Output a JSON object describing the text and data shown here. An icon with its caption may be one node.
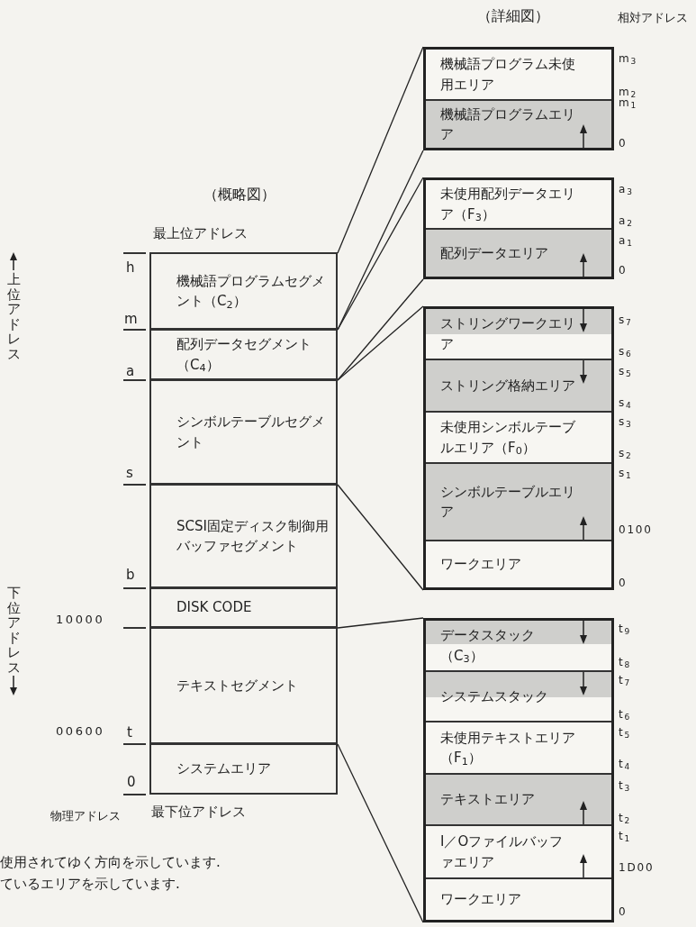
{
  "diagram": {
    "nodes": [
      {
        "text": [
          "機械語プログラムセグメント（C$_{2}$）"
        ]
      },
      {
        "text": [
          "配列データセグメント（C$_{4}$）"
        ]
      },
      {
        "text": [
          "シンボルテーブルセグメント"
        ]
      },
      {
        "text": [
          "SCSI固定ディスク制御用バッファセグメント"
        ]
      },
      {
        "text": [
          "DISK CODE"
        ]
      },
      {
        "text": [
          "テキストセグメント"
        ]
      },
      {
        "text": [
          "システムエリア"
        ]
      },
      {
        "text": [],
        "shape": "box"
      },
      {
        "text": [
          "機械語プログラム未使用エリア"
        ],
        "in": 7
      },
      {
        "text": [
          "機械語プログラムエリア"
        ],
        "in": 7
      },
      {
        "text": [],
        "shape": "box"
      },
      {
        "text": [
          "未使用配列データエリア（F$_{3}$）"
        ],
        "in": 10
      },
      {
        "text": [
          "配列データエリア"
        ],
        "in": 10
      },
      {
        "text": [],
        "shape": "box"
      },
      {
        "text": [
          "ストリングワークエリア"
        ],
        "in": 13
      },
      {
        "text": [
          "ストリング格納エリア"
        ],
        "in": 13
      },
      {
        "text": [
          "未使用シンボルテーブルエリア（F$_{0}$）"
        ],
        "in": 13
      },
      {
        "text": [
          "シンボルテーブルエリア"
        ],
        "in": 13
      },
      {
        "text": [
          "ワークエリア"
        ],
        "in": 13
      },
      {
        "text": [],
        "shape": "box"
      },
      {
        "text": [
          "データスタック（C$_{3}$）"
        ],
        "in": 19
      },
      {
        "text": [
          "システムスタック"
        ],
        "in": 19
      },
      {
        "text": [
          "未使用テキストエリア（F$_{1}$）"
        ],
        "in": 19
      },
      {
        "text": [
          "テキストエリア"
        ],
        "in": 19
      },
      {
        "text": [
          "I／Oファイルバッファエリア"
        ],
        "in": 19
      },
      {
        "text": [
          "ワークエリア"
        ],
        "in": 19
      }
    ],
    "edges": [
      {
        "from": 0,
        "to": 7,
        "arrow": "none"
      },
      {
        "from": 0,
        "to": 7,
        "arrow": "none"
      },
      {
        "from": 1,
        "to": 10,
        "arrow": "none"
      },
      {
        "from": 1,
        "to": 10,
        "arrow": "none"
      },
      {
        "from": 2,
        "to": 13,
        "arrow": "none"
      },
      {
        "from": 2,
        "to": 13,
        "arrow": "none"
      },
      {
        "from": 5,
        "to": 19,
        "arrow": "none"
      },
      {
        "from": 5,
        "to": 19,
        "arrow": "none"
      }
    ],
    "labels": [
      "（詳細図）",
      "相対アドレス",
      "（概略図）",
      "最上位アドレス",
      "上位アドレス",
      "h",
      "m",
      "a",
      "s",
      "b",
      "下位アドレス",
      "10000",
      "00600",
      "t",
      "0",
      "物理アドレス",
      "最下位アドレス",
      "m$_{3}$",
      "m$_{2}$",
      "m$_{1}$",
      "0",
      "a$_{3}$",
      "a$_{2}$",
      "a$_{1}$",
      "0",
      "s$_{7}$",
      "s$_{6}$",
      "s$_{5}$",
      "s$_{4}$",
      "s$_{3}$",
      "s$_{2}$",
      "s$_{1}$",
      "0100",
      "0",
      "t$_{9}$",
      "t$_{8}$",
      "t$_{7}$",
      "t$_{6}$",
      "t$_{5}$",
      "t$_{4}$",
      "t$_{3}$",
      "t$_{2}$",
      "t$_{1}$",
      "1D00",
      "0",
      "使用されてゆく方向を示しています.",
      "ているエリアを示しています."
    ]
  }
}
